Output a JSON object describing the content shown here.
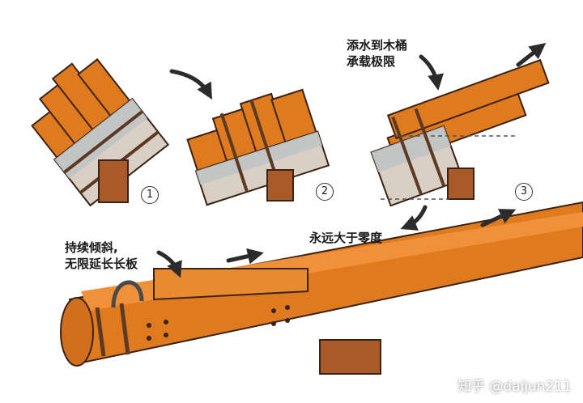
{
  "labels": {
    "fill_water": [
      "添水到木桶",
      "承载极限"
    ],
    "above_zero": "永远大于零度",
    "keep_tilt": [
      "持续倾斜,",
      "无限延长长板"
    ]
  },
  "steps": [
    "1",
    "2",
    "3"
  ],
  "watermark": "知乎 @daijun211",
  "colors": {
    "wood": "#e07a1f",
    "wood_dark": "#b9560f",
    "stave": "#d9cfc4",
    "support": "#a85a28",
    "outline": "#3a2314",
    "water": "#bfc3c4",
    "arrow": "#2b2b2b"
  }
}
